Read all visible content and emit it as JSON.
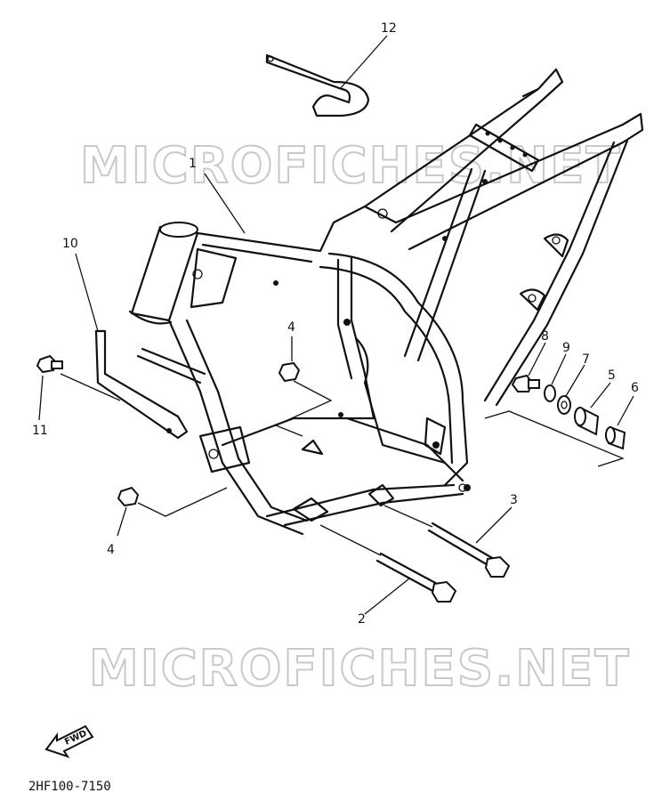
{
  "watermark": "MICROFICHES.NET",
  "diagram_code": "2HF100-7150",
  "fwd_label": "FWD",
  "callouts": {
    "c1": "1",
    "c2": "2",
    "c3": "3",
    "c4a": "4",
    "c4b": "4",
    "c5": "5",
    "c6": "6",
    "c7": "7",
    "c8": "8",
    "c9": "9",
    "c10": "10",
    "c11": "11",
    "c12": "12"
  },
  "colors": {
    "line": "#111111",
    "watermark": "#c9c9c9",
    "background": "#ffffff"
  }
}
